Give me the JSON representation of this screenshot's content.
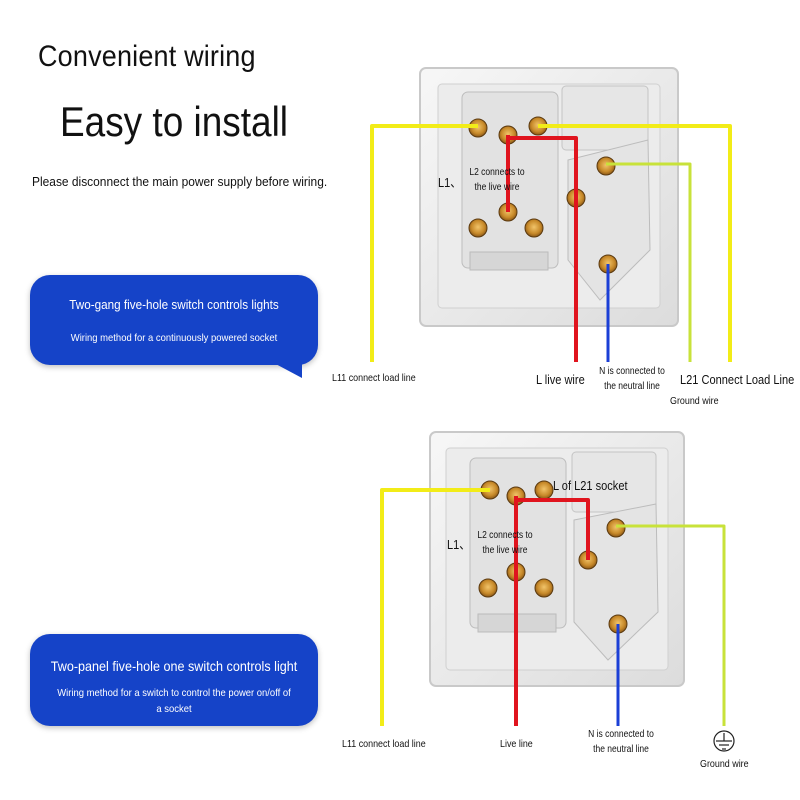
{
  "header": {
    "title1": "Convenient wiring",
    "title2": "Easy to install",
    "warning": "Please disconnect the main power supply before wiring."
  },
  "panel1": {
    "bubble_title": "Two-gang five-hole switch controls lights",
    "bubble_subtitle": "Wiring method for a continuously powered socket",
    "label_l1": "L1、",
    "label_l2": "L2 connects to the live wire",
    "label_l11": "L11 connect load line",
    "label_live": "L live wire",
    "label_neutral": "N is connected to the neutral line",
    "label_l21": "L21 Connect Load Line",
    "label_ground": "Ground wire"
  },
  "panel2": {
    "bubble_title": "Two-panel five-hole one switch controls light",
    "bubble_subtitle": "Wiring method for a switch to control the power on/off of a socket",
    "label_l": "L of L21 socket",
    "label_l1": "L1、",
    "label_l2": "L2 connects to the live wire",
    "label_l11": "L11 connect load line",
    "label_live": "Live line",
    "label_neutral": "N is connected to the neutral line",
    "label_ground": "Ground wire"
  },
  "colors": {
    "live": "#e0141e",
    "neutral": "#1b3fd6",
    "load": "#f2ec18",
    "ground": "#c8e23a",
    "bubble": "#1543c8"
  }
}
